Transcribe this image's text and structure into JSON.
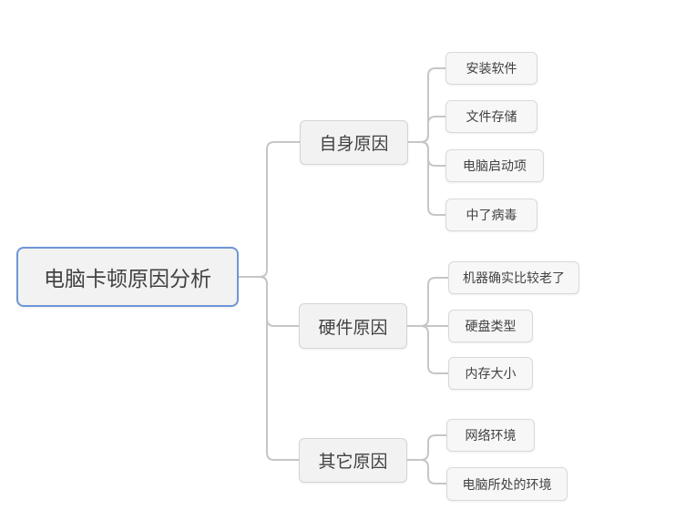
{
  "mindmap": {
    "root": {
      "label": "电脑卡顿原因分析",
      "selected": true
    },
    "branches": [
      {
        "label": "自身原因",
        "children": [
          {
            "label": "安装软件"
          },
          {
            "label": "文件存储"
          },
          {
            "label": "电脑启动项"
          },
          {
            "label": "中了病毒"
          }
        ]
      },
      {
        "label": "硬件原因",
        "children": [
          {
            "label": "机器确实比较老了"
          },
          {
            "label": "硬盘类型"
          },
          {
            "label": "内存大小"
          }
        ]
      },
      {
        "label": "其它原因",
        "children": [
          {
            "label": "网络环境"
          },
          {
            "label": "电脑所处的环境"
          }
        ]
      }
    ],
    "colors": {
      "background": "#ffffff",
      "selected_border": "#6e96d7",
      "node_fill": "#f2f2f2",
      "child_fill": "#f7f7f7",
      "node_border": "#d4d4d4",
      "connector": "#c6c6c6",
      "text": "#424242"
    }
  }
}
